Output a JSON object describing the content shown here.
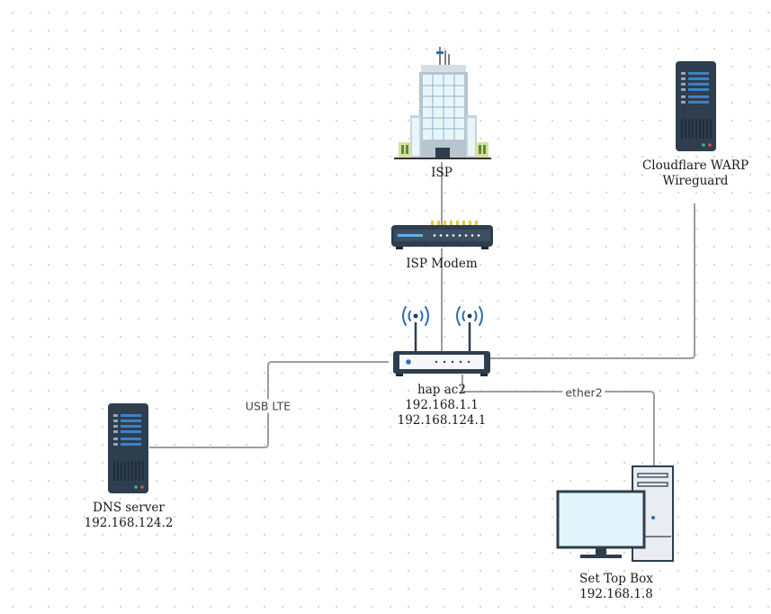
{
  "nodes": {
    "isp": {
      "name": "ISP"
    },
    "modem": {
      "name": "ISP Modem"
    },
    "warp": {
      "line1": "Cloudflare WARP",
      "line2": "Wireguard"
    },
    "router": {
      "name": "hap ac2",
      "ip1": "192.168.1.1",
      "ip2": "192.168.124.1"
    },
    "dns": {
      "name": "DNS server",
      "ip": "192.168.124.2"
    },
    "stb": {
      "name": "Set Top Box",
      "ip": "192.168.1.8"
    }
  },
  "edges": {
    "usb_lte": "USB LTE",
    "ether2": "ether2"
  },
  "colors": {
    "line": "#9e9e9e",
    "device_dark": "#2e3e4e",
    "accent_blue": "#2f6db5",
    "screen": "#e3f3fb"
  }
}
